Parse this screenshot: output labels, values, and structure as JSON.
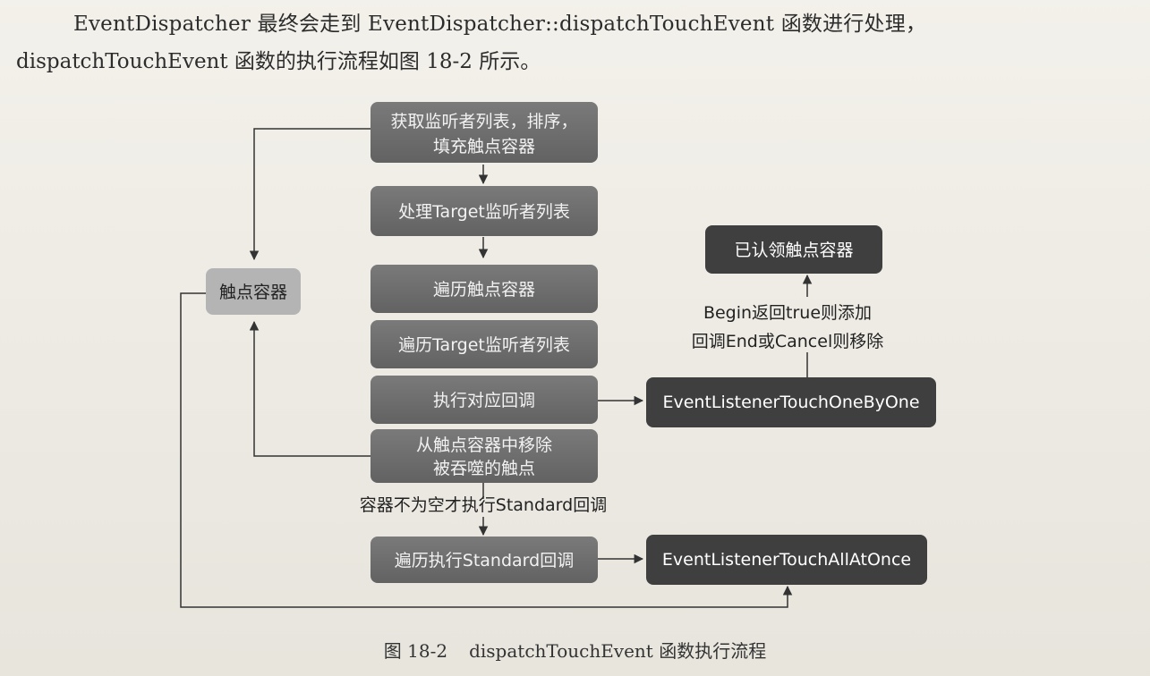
{
  "paragraph": {
    "line1": "EventDispatcher 最终会走到 EventDispatcher::dispatchTouchEvent 函数进行处理，",
    "line2": "dispatchTouchEvent 函数的执行流程如图 18-2 所示。"
  },
  "diagram": {
    "nodes": {
      "get_listeners_l1": "获取监听者列表，排序，",
      "get_listeners_l2": "填充触点容器",
      "process_target": "处理Target监听者列表",
      "touch_container": "触点容器",
      "iterate_touches": "遍历触点容器",
      "iterate_target": "遍历Target监听者列表",
      "exec_callback": "执行对应回调",
      "remove_l1": "从触点容器中移除",
      "remove_l2": "被吞噬的触点",
      "iterate_standard": "遍历执行Standard回调",
      "claimed_container": "已认领触点容器",
      "one_by_one": "EventListenerTouchOneByOne",
      "all_at_once": "EventListenerTouchAllAtOnce"
    },
    "labels": {
      "begin_l1": "Begin返回true则添加",
      "begin_l2": "回调End或Cancel则移除",
      "not_empty": "容器不为空才执行Standard回调"
    },
    "colors": {
      "process_box": "#6e6e6e",
      "container_box": "#b4b4b4",
      "listener_box": "#3f3f3f",
      "edge": "#333333"
    }
  },
  "caption": {
    "figure_no": "图 18-2",
    "title": "dispatchTouchEvent 函数执行流程"
  }
}
